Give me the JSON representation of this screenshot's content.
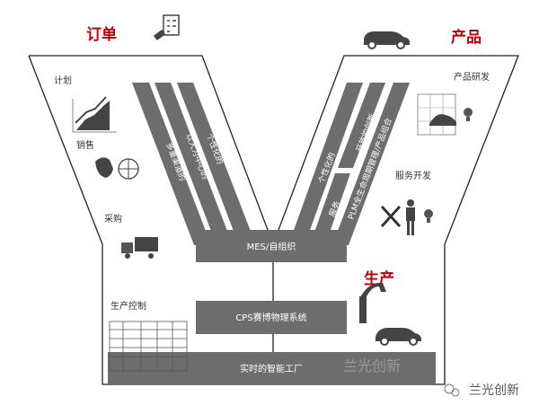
{
  "left": {
    "title": "订单",
    "items": [
      "计划",
      "销售",
      "采购",
      "生产控制"
    ],
    "stripes": [
      "多重渠道的",
      "以人为中心的",
      "个性化的"
    ]
  },
  "right": {
    "title": "产品",
    "items": [
      "产品研发",
      "服务开发"
    ],
    "stripes": [
      "个性化的",
      "开放的创新",
      "服务",
      "PLM全生命周期管理/产品组合"
    ]
  },
  "production": {
    "title": "生产"
  },
  "layers": [
    "MES/自组织",
    "CPS赛博物理系统",
    "实时的智能工厂"
  ],
  "watermark": "兰光创新",
  "brand": "兰光创新",
  "colors": {
    "accent": "#c00000",
    "bar": "#6d6d6d"
  }
}
